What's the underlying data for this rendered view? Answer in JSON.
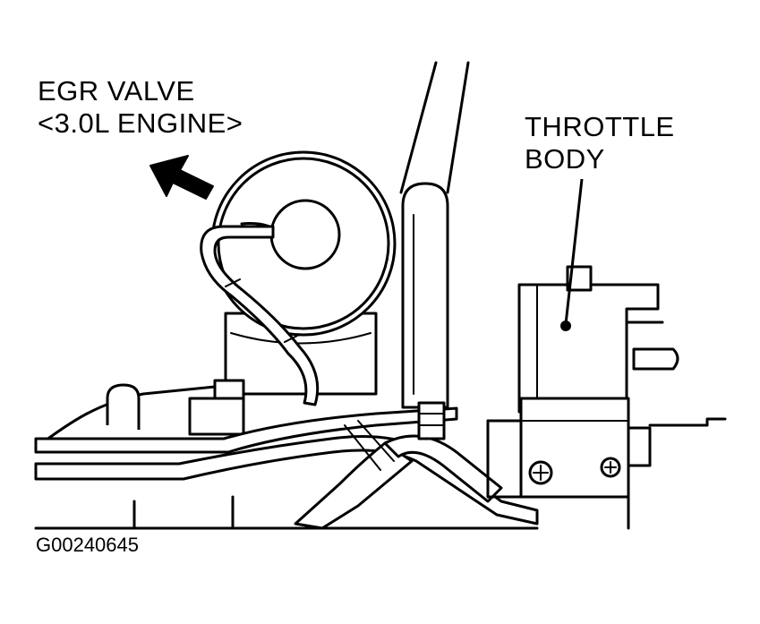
{
  "labels": {
    "egr_line1": "EGR VALVE",
    "egr_line2": "<3.0L ENGINE>",
    "throttle_line1": "THROTTLE",
    "throttle_line2": "BODY"
  },
  "figure_id": "G00240645",
  "colors": {
    "ink": "#000000",
    "paper": "#ffffff"
  }
}
